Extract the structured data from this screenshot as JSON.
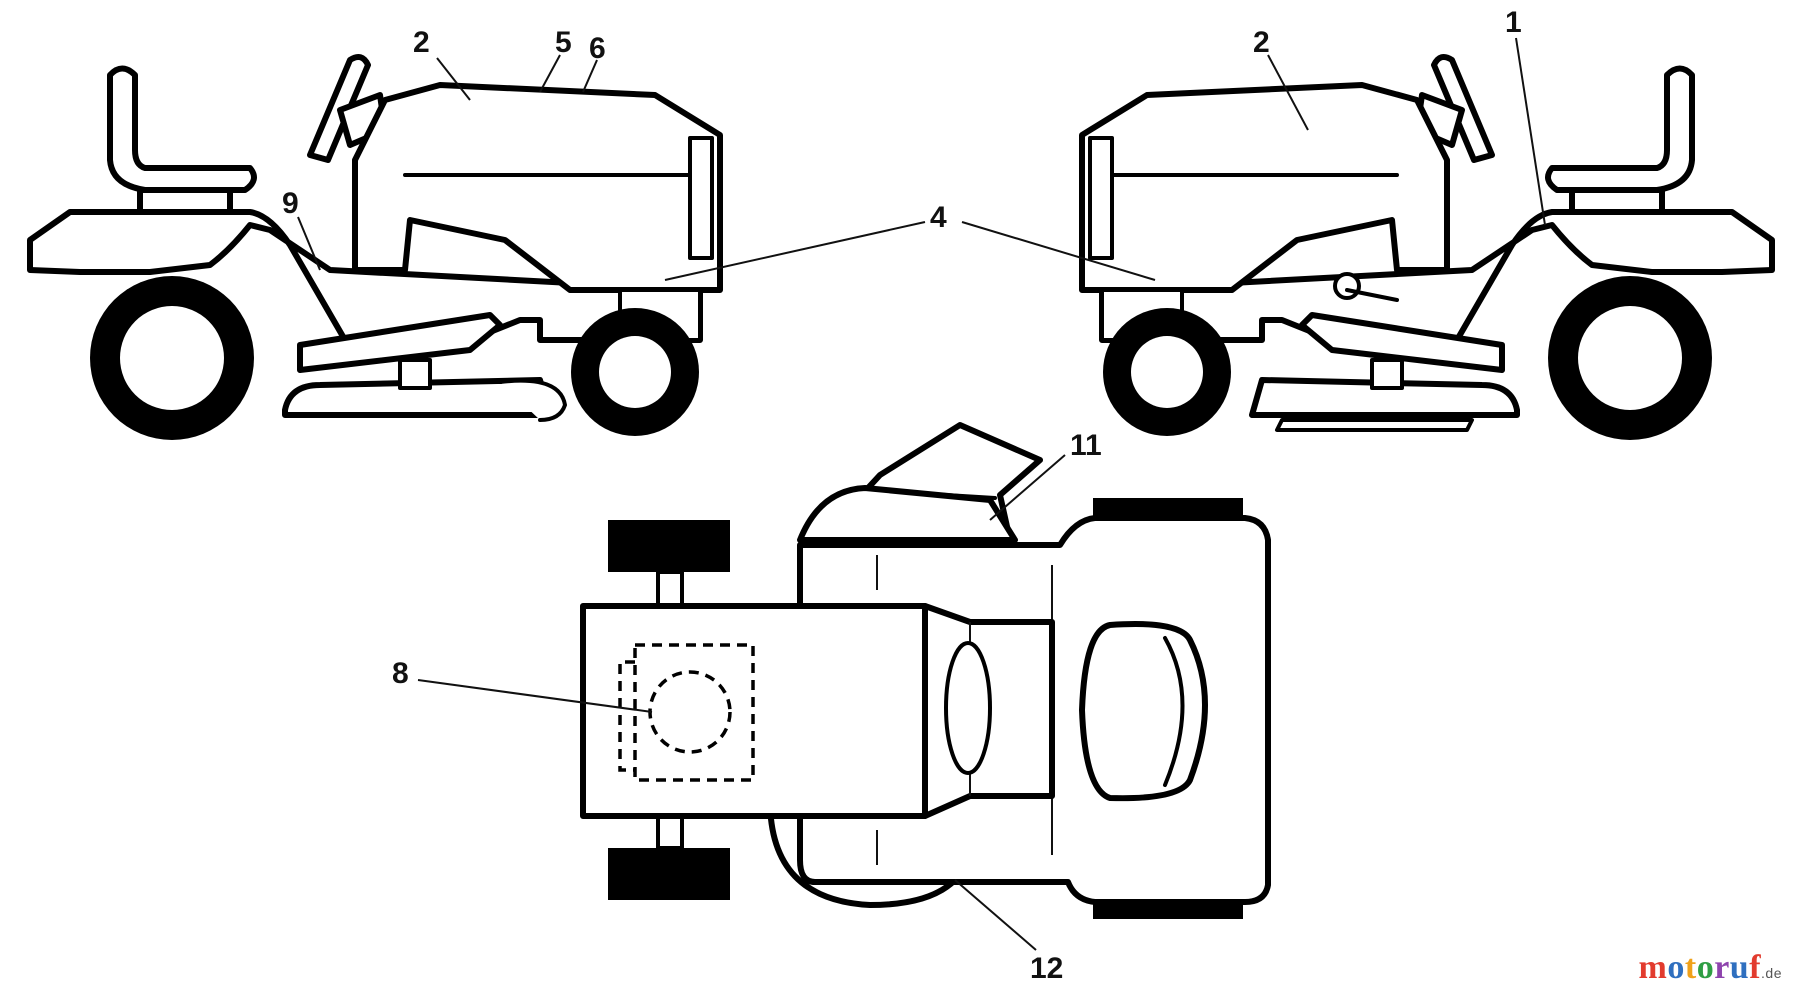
{
  "labels": {
    "left_top_2": "2",
    "left_5": "5",
    "left_6": "6",
    "left_9": "9",
    "center_4": "4",
    "right_2": "2",
    "right_1": "1",
    "top_11": "11",
    "top_8": "8",
    "top_12": "12"
  },
  "watermark": {
    "text": "motoruf",
    "suffix": ".de",
    "letter_colors": [
      "#e23b2e",
      "#2f6fbf",
      "#f0a11a",
      "#2f9e44",
      "#8e44ad",
      "#2f6fbf",
      "#e23b2e"
    ]
  }
}
